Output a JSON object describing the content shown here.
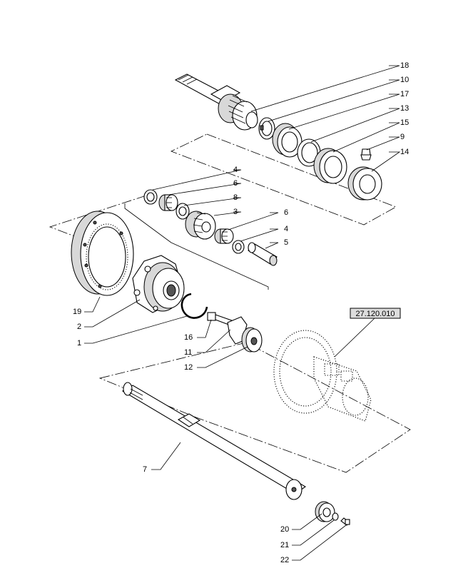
{
  "diagram": {
    "reference_label": "27.120.010",
    "callouts": [
      {
        "id": "c18",
        "label": "18"
      },
      {
        "id": "c10",
        "label": "10"
      },
      {
        "id": "c17",
        "label": "17"
      },
      {
        "id": "c13",
        "label": "13"
      },
      {
        "id": "c15",
        "label": "15"
      },
      {
        "id": "c9",
        "label": "9"
      },
      {
        "id": "c14",
        "label": "14"
      },
      {
        "id": "c4a",
        "label": "4"
      },
      {
        "id": "c6a",
        "label": "6"
      },
      {
        "id": "c8",
        "label": "8"
      },
      {
        "id": "c3",
        "label": "3"
      },
      {
        "id": "c6b",
        "label": "6"
      },
      {
        "id": "c4b",
        "label": "4"
      },
      {
        "id": "c5",
        "label": "5"
      },
      {
        "id": "c19",
        "label": "19"
      },
      {
        "id": "c2",
        "label": "2"
      },
      {
        "id": "c1",
        "label": "1"
      },
      {
        "id": "c16",
        "label": "16"
      },
      {
        "id": "c11",
        "label": "11"
      },
      {
        "id": "c12",
        "label": "12"
      },
      {
        "id": "c7",
        "label": "7"
      },
      {
        "id": "c20",
        "label": "20"
      },
      {
        "id": "c21",
        "label": "21"
      },
      {
        "id": "c22",
        "label": "22"
      }
    ]
  }
}
